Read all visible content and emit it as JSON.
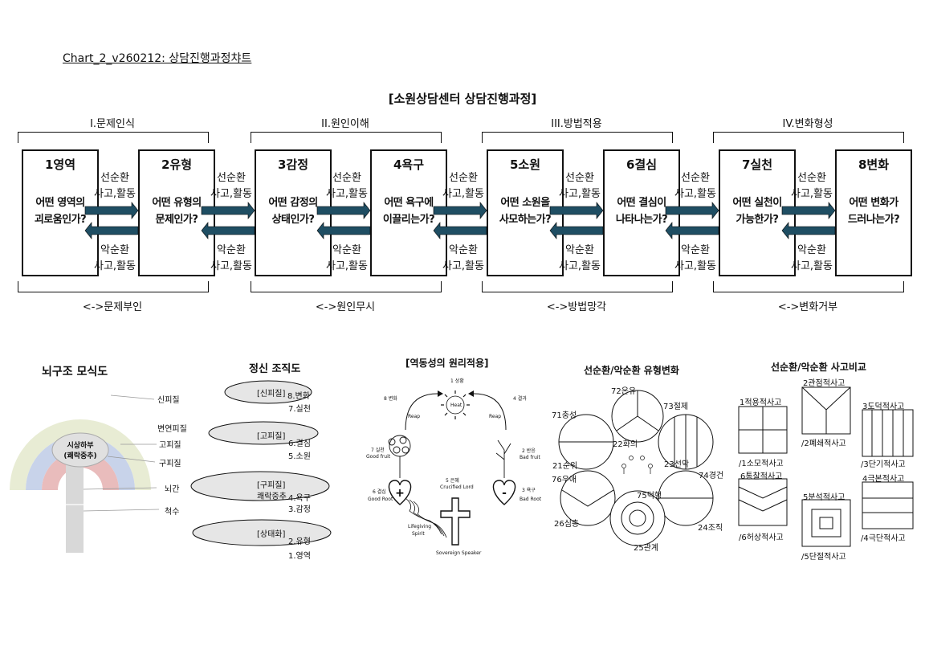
{
  "doc_title": "Chart_2_v260212: 상담진행과정챠트",
  "main_title": "[소원상담센터 상담진행과정]",
  "phases": [
    {
      "top": "I.문제인식",
      "bottom": "<->문제부인"
    },
    {
      "top": "II.원인이해",
      "bottom": "<->원인무시"
    },
    {
      "top": "III.방법적용",
      "bottom": "<->방법망각"
    },
    {
      "top": "IV.변화형성",
      "bottom": "<->변화거부"
    }
  ],
  "stages": [
    {
      "num": "1영역",
      "question": "어떤 영역의\n괴로움인가?"
    },
    {
      "num": "2유형",
      "question": "어떤 유형의\n문제인가?"
    },
    {
      "num": "3감정",
      "question": "어떤 감정의\n상태인가?"
    },
    {
      "num": "4욕구",
      "question": "어떤 욕구에\n이끌리는가?"
    },
    {
      "num": "5소원",
      "question": "어떤 소원을\n사모하는가?"
    },
    {
      "num": "6결심",
      "question": "어떤 결심이\n나타나는가?"
    },
    {
      "num": "7실천",
      "question": "어떤 실천이\n가능한가?"
    },
    {
      "num": "8변화",
      "question": "어떤 변화가\n드러나는가?"
    }
  ],
  "cycles": {
    "positive": "선순환\n사고,활동",
    "negative": "악순환\n사고,활동"
  },
  "colors": {
    "arrow": "#1f4e63",
    "outer_ring": "#e8ecd4",
    "mid_ring": "#c8d3ea",
    "inner_ring": "#e9bcbc",
    "ellipse": "#e6e6e6"
  },
  "brain": {
    "title": "뇌구조 모식도",
    "center_line1": "시상하부",
    "center_line2": "(쾌락중추)",
    "labels": [
      "신피질",
      "변연피질",
      "고피질",
      "구피질",
      "뇌간",
      "척수"
    ]
  },
  "mental": {
    "title": "정신 조직도",
    "layers": [
      {
        "name": "[신피질]",
        "sub": "",
        "upper": "8.변화",
        "lower": "7.실천"
      },
      {
        "name": "[고피질]",
        "sub": "",
        "upper": "6.결심",
        "lower": "5.소원"
      },
      {
        "name": "[구피질]",
        "sub": "쾌락중추",
        "upper": "4.욕구",
        "lower": "3.감정"
      },
      {
        "name": "[상태화]",
        "sub": "",
        "upper": "2.유형",
        "lower": "1.영역"
      }
    ]
  },
  "dynamics": {
    "title": "[역동성의 원리적용]",
    "labels": {
      "heat_num": "1 상황",
      "heat": "Heat",
      "change": "8 변화",
      "result": "4 결과",
      "reap_left": "Reap",
      "reap_right": "Reap",
      "good_fruit_num": "7 실천",
      "good_fruit": "Good fruit",
      "bad_fruit_num": "2 반응",
      "bad_fruit": "Bad fruit",
      "good_root_num": "6 결심",
      "good_root": "Good Root",
      "bad_root_num": "3 욕구",
      "bad_root": "Bad Root",
      "cross_num": "5 은혜",
      "cross": "Crucified Lord",
      "spirit1": "Lifegiving",
      "spirit2": "Spirit",
      "speaker": "Sovereign Speaker"
    }
  },
  "types": {
    "title": "선순환/악순환 유형변화",
    "labels": [
      "72온유",
      "71충성",
      "73절제",
      "22화의",
      "21순위",
      "23선악",
      "76우애",
      "74경건",
      "75덕행",
      "26심층",
      "24조직",
      "25관계"
    ]
  },
  "compare": {
    "title": "선순환/악순환 사고비교",
    "items": [
      {
        "top": "1적용적사고",
        "bottom": "/1소모적사고"
      },
      {
        "top": "2관점적사고",
        "bottom": "/2폐쇄적사고"
      },
      {
        "top": "3도덕적사고",
        "bottom": "/3단기적사고"
      },
      {
        "top": "6통찰적사고",
        "bottom": "/6허상적사고"
      },
      {
        "top": "5분석적사고",
        "bottom": "/5단절적사고"
      },
      {
        "top": "4극본적사고",
        "bottom": "/4극단적사고"
      }
    ]
  }
}
